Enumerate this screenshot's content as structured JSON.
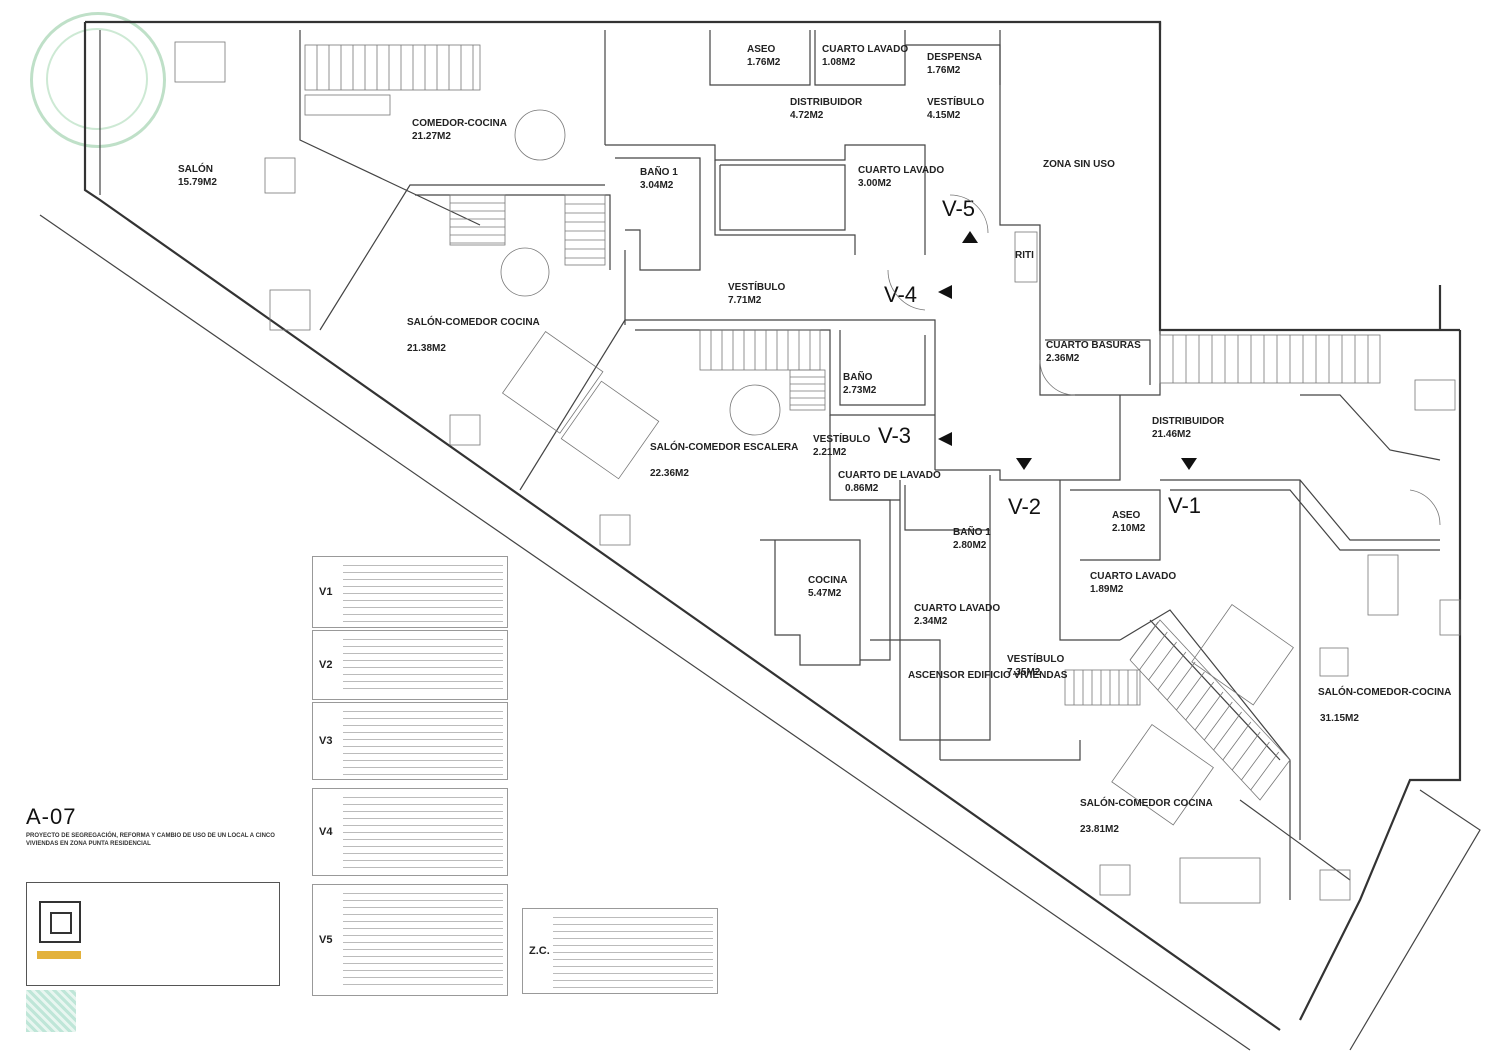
{
  "sheet": {
    "code": "A-07",
    "description": "PROYECTO DE SEGREGACIÓN, REFORMA Y CAMBIO DE USO DE UN LOCAL A CINCO VIVIENDAS EN ZONA PUNTA RESIDENCIAL"
  },
  "rooms": {
    "salon": "SALÓN",
    "salon_area": "15.79M2",
    "comedor_cocina": "COMEDOR-COCINA",
    "comedor_cocina_area": "21.27M2",
    "aseo_top": "ASEO",
    "aseo_top_area": "1.76M2",
    "cuarto_lavado_top": "CUARTO LAVADO",
    "cuarto_lavado_top_area": "1.08M2",
    "despensa": "DESPENSA",
    "despensa_area": "1.76M2",
    "distribuidor_top": "DISTRIBUIDOR",
    "distribuidor_top_area": "4.72M2",
    "vestibulo_top": "VESTÍBULO",
    "vestibulo_top_area": "4.15M2",
    "zona_sin_uso": "ZONA SIN USO",
    "bano1_top": "BAÑO 1",
    "bano1_top_area": "3.04M2",
    "cuarto_lavado_mid": "CUARTO LAVADO",
    "cuarto_lavado_mid_area": "3.00M2",
    "riti": "RITI",
    "salon_comedor_cocina_left": "SALÓN-COMEDOR COCINA",
    "salon_comedor_cocina_left_area": "21.38M2",
    "vestibulo_mid": "VESTÍBULO",
    "vestibulo_mid_area": "7.71M2",
    "cuarto_basuras": "CUARTO BASURAS",
    "cuarto_basuras_area": "2.36M2",
    "bano_mid": "BAÑO",
    "bano_mid_area": "2.73M2",
    "salon_comedor_escalera": "SALÓN-COMEDOR ESCALERA",
    "salon_comedor_escalera_area": "22.36M2",
    "vestibulo_small": "VESTÍBULO",
    "vestibulo_small_area": "2.21M2",
    "cuarto_de_lavado": "CUARTO DE LAVADO",
    "cuarto_de_lavado_area": "0.86M2",
    "distribuidor_right": "DISTRIBUIDOR",
    "distribuidor_right_area": "21.46M2",
    "bano1_low": "BAÑO 1",
    "bano1_low_area": "2.80M2",
    "aseo_low": "ASEO",
    "aseo_low_area": "2.10M2",
    "cocina": "COCINA",
    "cocina_area": "5.47M2",
    "cuarto_lavado_low": "CUARTO LAVADO",
    "cuarto_lavado_low_area": "2.34M2",
    "cuarto_lavado_right": "CUARTO LAVADO",
    "cuarto_lavado_right_area": "1.89M2",
    "ascensor": "ASCENSOR EDIFICIO VIVIENDAS",
    "vestibulo_low": "VESTÍBULO",
    "vestibulo_low_area": "7.35M2",
    "salon_comedor_cocina_right": "SALÓN-COMEDOR-COCINA",
    "salon_comedor_cocina_right_area": "31.15M2",
    "salon_comedor_cocina_bottom": "SALÓN-COMEDOR COCINA",
    "salon_comedor_cocina_bottom_area": "23.81M2"
  },
  "dwellings": {
    "v1": "V-1",
    "v2": "V-2",
    "v3": "V-3",
    "v4": "V-4",
    "v5": "V-5"
  },
  "tables": {
    "v1": "V1",
    "v2": "V2",
    "v3": "V3",
    "v4": "V4",
    "v5": "V5",
    "zc": "Z.C."
  }
}
